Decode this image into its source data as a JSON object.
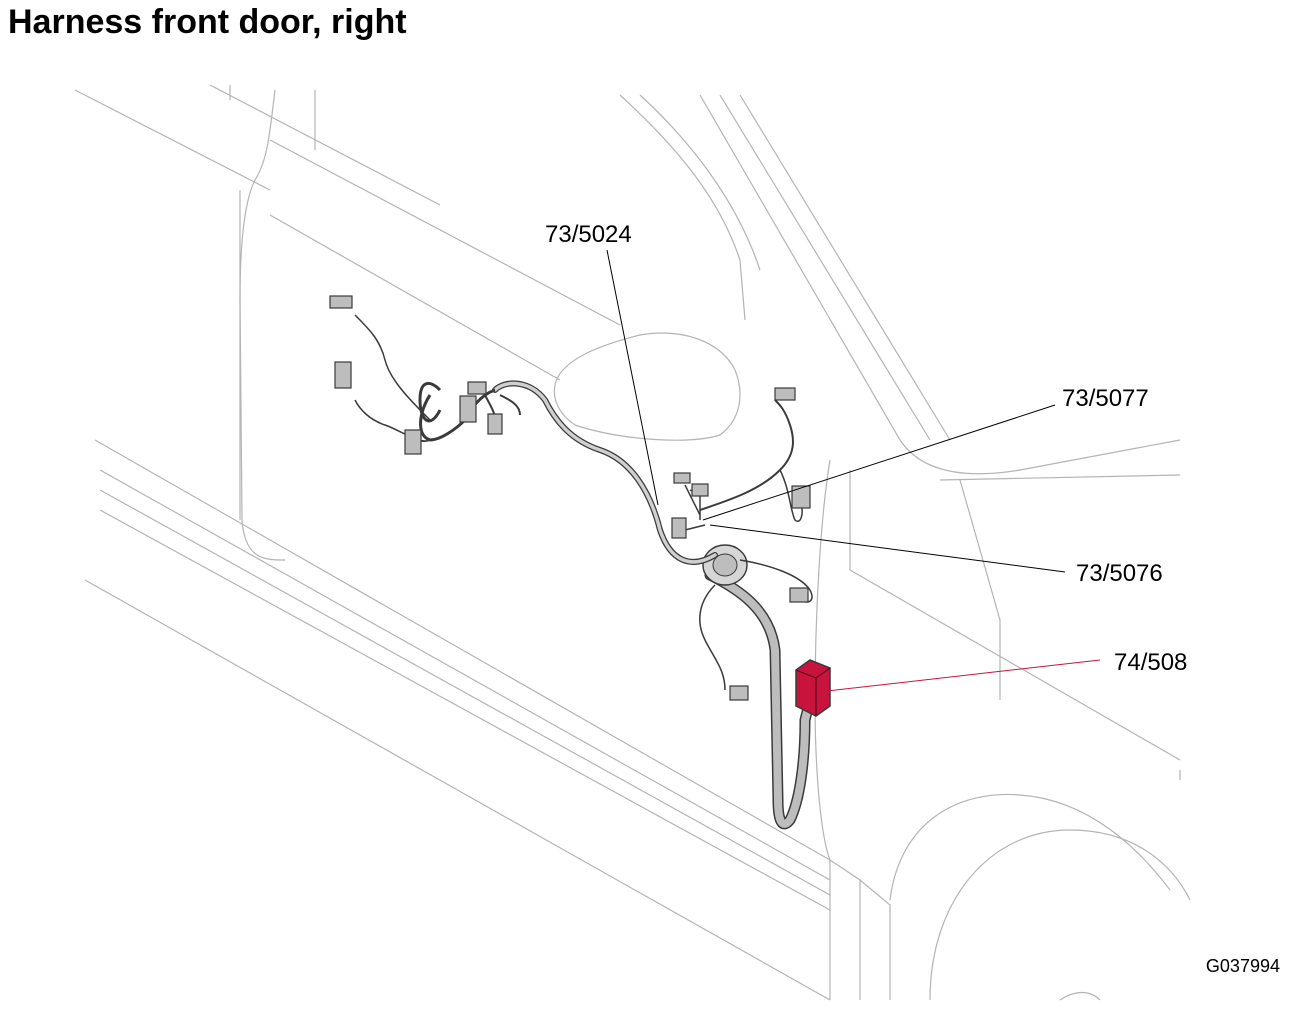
{
  "title": "Harness front door, right",
  "callouts": [
    {
      "id": "c1",
      "label": "73/5024"
    },
    {
      "id": "c2",
      "label": "73/5077"
    },
    {
      "id": "c3",
      "label": "73/5076"
    },
    {
      "id": "c4",
      "label": "74/508"
    }
  ],
  "figure_id": "G037994",
  "colors": {
    "highlight_connector": "#c8143c",
    "harness": "#bdbdbd",
    "body_lines": "#b4b4b4"
  }
}
